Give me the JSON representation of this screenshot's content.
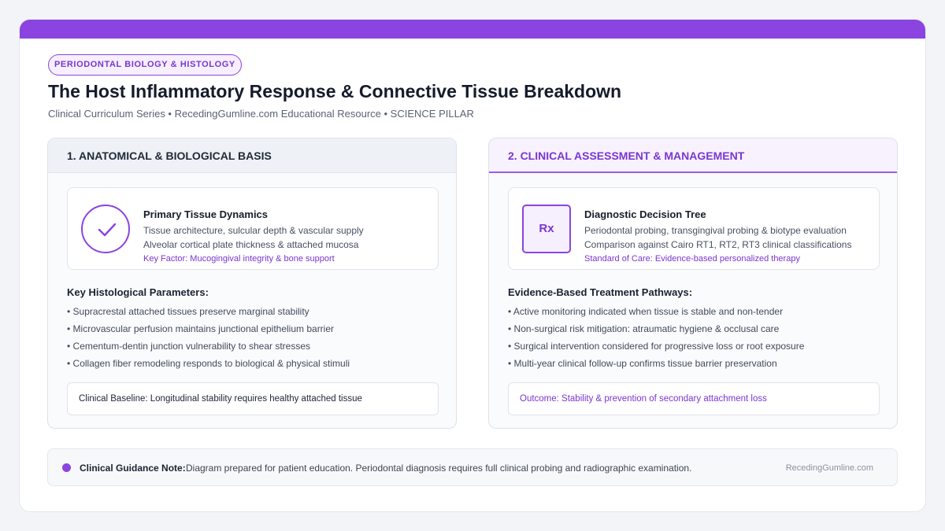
{
  "header": {
    "pill": "PERIODONTAL BIOLOGY & HISTOLOGY",
    "title": "The Host Inflammatory Response & Connective Tissue Breakdown",
    "subtitle": "Clinical Curriculum Series • RecedingGumline.com Educational Resource • SCIENCE PILLAR"
  },
  "left": {
    "heading": "1. ANATOMICAL & BIOLOGICAL BASIS",
    "icon": "check-icon",
    "card_title": "Primary Tissue Dynamics",
    "card_line1": "Tissue architecture, sulcular depth & vascular supply",
    "card_line2": "Alveolar cortical plate thickness & attached mucosa",
    "card_key": "Key Factor: Mucogingival integrity & bone support",
    "list_title": "Key Histological Parameters:",
    "items": [
      "• Supracrestal attached tissues preserve marginal stability",
      "• Microvascular perfusion maintains junctional epithelium barrier",
      "• Cementum-dentin junction vulnerability to shear stresses",
      "• Collagen fiber remodeling responds to biological & physical stimuli"
    ],
    "baseline": "Clinical Baseline: Longitudinal stability requires healthy attached tissue"
  },
  "right": {
    "heading": "2. CLINICAL ASSESSMENT & MANAGEMENT",
    "icon_text": "Rx",
    "card_title": "Diagnostic Decision Tree",
    "card_line1": "Periodontal probing, transgingival probing & biotype evaluation",
    "card_line2": "Comparison against Cairo RT1, RT2, RT3 clinical classifications",
    "card_key": "Standard of Care: Evidence-based personalized therapy",
    "list_title": "Evidence-Based Treatment Pathways:",
    "items": [
      "• Active monitoring indicated when tissue is stable and non-tender",
      "• Non-surgical risk mitigation: atraumatic hygiene & occlusal care",
      "• Surgical intervention considered for progressive loss or root exposure",
      "• Multi-year clinical follow-up confirms tissue barrier preservation"
    ],
    "outcome": "Outcome: Stability & prevention of secondary attachment loss"
  },
  "note": {
    "label": "Clinical Guidance Note:",
    "text": "Diagram prepared for patient education. Periodontal diagnosis requires full clinical probing and radiographic examination.",
    "brand": "RecedingGumline.com"
  },
  "colors": {
    "accent": "#8b44e0",
    "accent_text": "#7b36d0",
    "tint": "#f6effd"
  }
}
